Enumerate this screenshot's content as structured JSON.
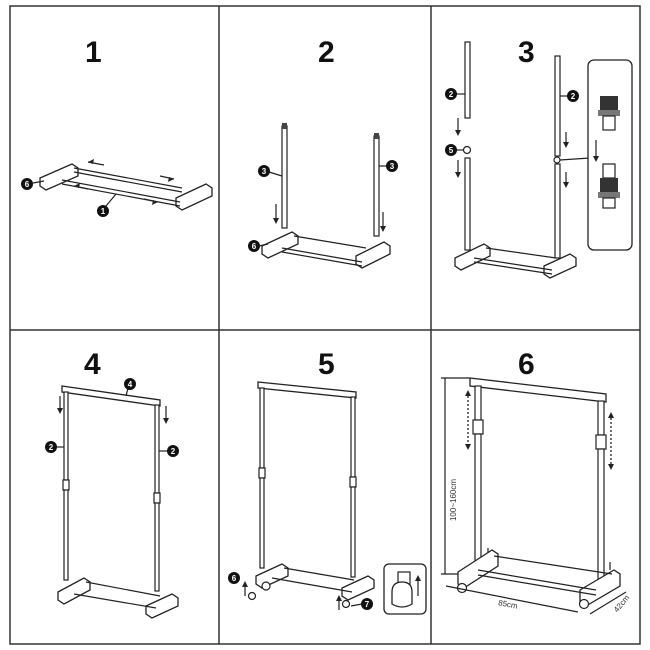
{
  "steps": [
    {
      "number": "1",
      "callouts": [
        "6",
        "1"
      ]
    },
    {
      "number": "2",
      "callouts": [
        "3",
        "3",
        "6"
      ]
    },
    {
      "number": "3",
      "callouts": [
        "2",
        "5",
        "2"
      ]
    },
    {
      "number": "4",
      "callouts": [
        "4",
        "2",
        "2"
      ]
    },
    {
      "number": "5",
      "callouts": [
        "6",
        "7"
      ]
    },
    {
      "number": "6",
      "callouts": []
    }
  ],
  "dimensions": {
    "height": "100~160cm",
    "width": "85cm",
    "depth": "42cm"
  },
  "colors": {
    "line": "#222222",
    "border": "#333333",
    "callout": "#111111"
  }
}
